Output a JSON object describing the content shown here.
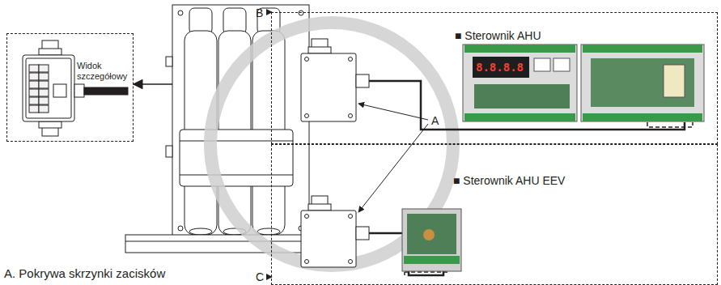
{
  "diagram": {
    "nodes": [
      {
        "text": [
          "Widok szczegółowy"
        ]
      },
      {
        "text": [
          "■ Sterownik AHU"
        ]
      },
      {
        "text": [
          "■ Sterownik AHU EEV"
        ]
      }
    ],
    "labels": [
      "A",
      "B",
      "C",
      "A. Pokrywa skrzynki zacisków",
      "8.8.8.8"
    ]
  }
}
